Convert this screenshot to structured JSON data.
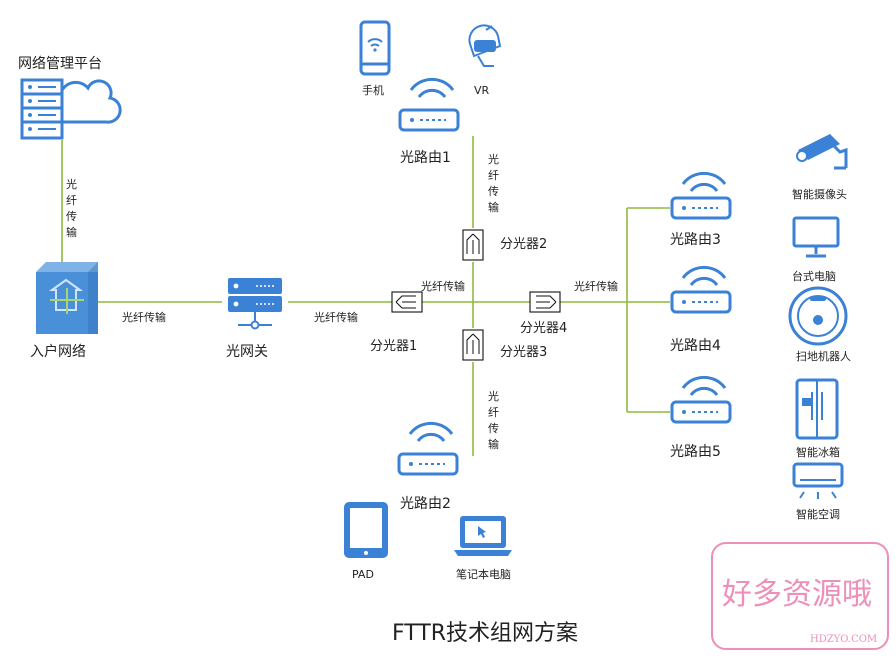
{
  "nodes": {
    "platform": "网络管理平台",
    "entry": "入户网络",
    "gateway": "光网关",
    "router1": "光路由1",
    "router2": "光路由2",
    "router3": "光路由3",
    "router4": "光路由4",
    "router5": "光路由5",
    "splitter1": "分光器1",
    "splitter2": "分光器2",
    "splitter3": "分光器3",
    "splitter4": "分光器4"
  },
  "links": {
    "fiber": "光纤传输",
    "fiber_v1": "光",
    "fiber_v2": "纤",
    "fiber_v3": "传",
    "fiber_v4": "输"
  },
  "terminals": {
    "phone": "手机",
    "vr": "VR",
    "pad": "PAD",
    "laptop": "笔记本电脑",
    "camera": "智能摄像头",
    "desktop": "台式电脑",
    "robot": "扫地机器人",
    "fridge": "智能冰箱",
    "ac": "智能空调"
  },
  "title": "FTTR技术组网方案",
  "watermark": {
    "text": "好多资源哦",
    "domain": "HDZYO.COM"
  },
  "colors": {
    "device_blue": "#3b82d6",
    "link_green": "#8dbb3c",
    "watermark_pink": "#ee8fb9"
  }
}
